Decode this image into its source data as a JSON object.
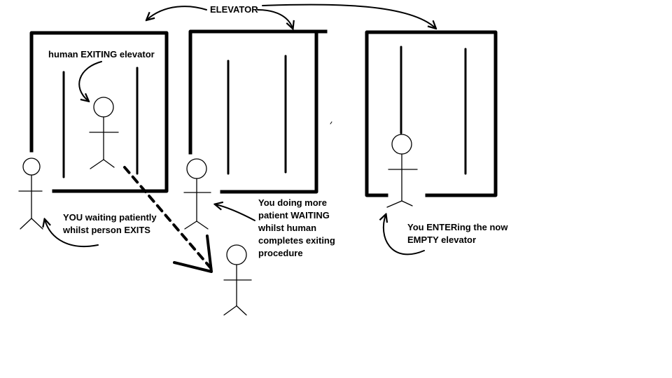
{
  "diagram": {
    "header_label": "ELEVATOR",
    "labels": {
      "human_exiting": "human EXITING elevator",
      "you_waiting": [
        "YOU waiting patiently",
        "whilst person EXITS"
      ],
      "you_more_waiting": [
        "You doing more",
        "patient WAITING",
        "whilst human",
        "completes exiting",
        "procedure"
      ],
      "you_entering": [
        "You ENTERing the now",
        "EMPTY elevator"
      ]
    }
  }
}
